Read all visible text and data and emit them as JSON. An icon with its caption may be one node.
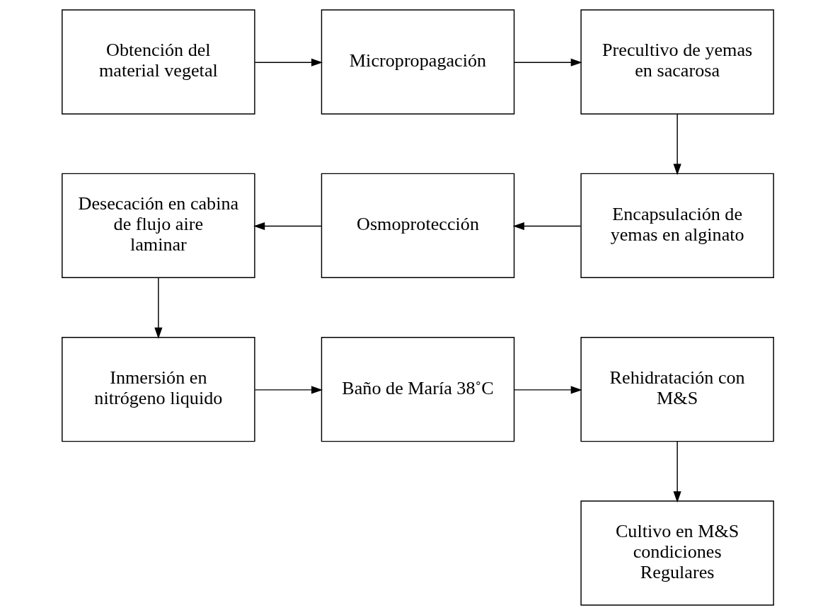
{
  "diagram": {
    "nodes": [
      {
        "text": [
          "Obtención del material vegetal"
        ]
      },
      {
        "text": [
          "Micropropagación"
        ]
      },
      {
        "text": [
          "Precultivo de yemas en sacarosa"
        ]
      },
      {
        "text": [
          "Desecación en cabina de flujo aire laminar"
        ]
      },
      {
        "text": [
          "Osmoprotección"
        ]
      },
      {
        "text": [
          "Encapsulación de yemas en alginato"
        ]
      },
      {
        "text": [
          "Inmersión en nitrógeno liquido"
        ]
      },
      {
        "text": [
          "Baño de María 38˚C"
        ]
      },
      {
        "text": [
          "Rehidratación con M&S"
        ]
      },
      {
        "text": [
          "Cultivo en M&S condiciones Regulares"
        ]
      }
    ],
    "edges": [
      {
        "from": 0,
        "to": 1,
        "arrow": "to"
      },
      {
        "from": 1,
        "to": 2,
        "arrow": "to"
      },
      {
        "from": 2,
        "to": 5,
        "arrow": "to"
      },
      {
        "from": 5,
        "to": 4,
        "arrow": "to"
      },
      {
        "from": 4,
        "to": 3,
        "arrow": "to"
      },
      {
        "from": 3,
        "to": 6,
        "arrow": "to"
      },
      {
        "from": 6,
        "to": 7,
        "arrow": "to"
      },
      {
        "from": 7,
        "to": 8,
        "arrow": "to"
      },
      {
        "from": 8,
        "to": 9,
        "arrow": "to"
      }
    ]
  }
}
